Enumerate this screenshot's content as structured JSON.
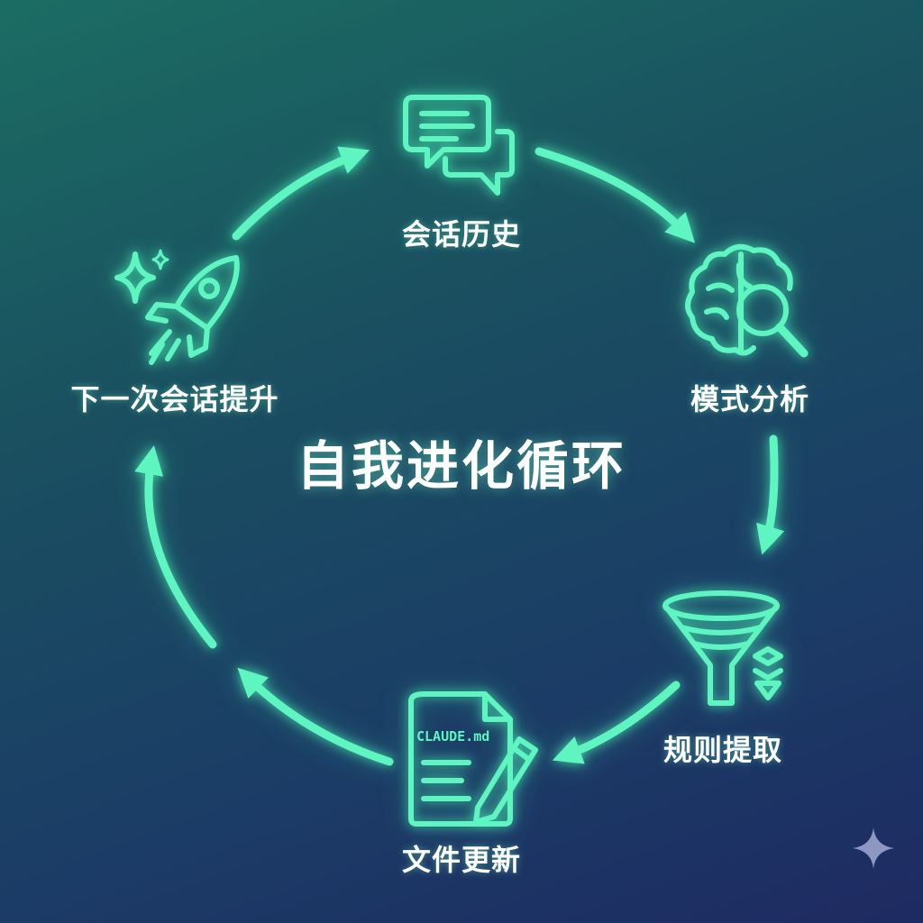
{
  "title": "自我进化循环",
  "colors": {
    "accent": "#5ff5c0",
    "text": "#ffffff",
    "bg_start": "#1b6d63",
    "bg_end": "#1e2a62"
  },
  "steps": [
    {
      "id": "history",
      "label": "会话历史",
      "icon": "chat-bubbles-icon"
    },
    {
      "id": "analysis",
      "label": "模式分析",
      "icon": "brain-magnifier-icon"
    },
    {
      "id": "rules",
      "label": "规则提取",
      "icon": "funnel-icon"
    },
    {
      "id": "file",
      "label": "文件更新",
      "icon": "document-pencil-icon",
      "file_name": "CLAUDE.md"
    },
    {
      "id": "next",
      "label": "下一次会话提升",
      "icon": "rocket-icon"
    }
  ]
}
